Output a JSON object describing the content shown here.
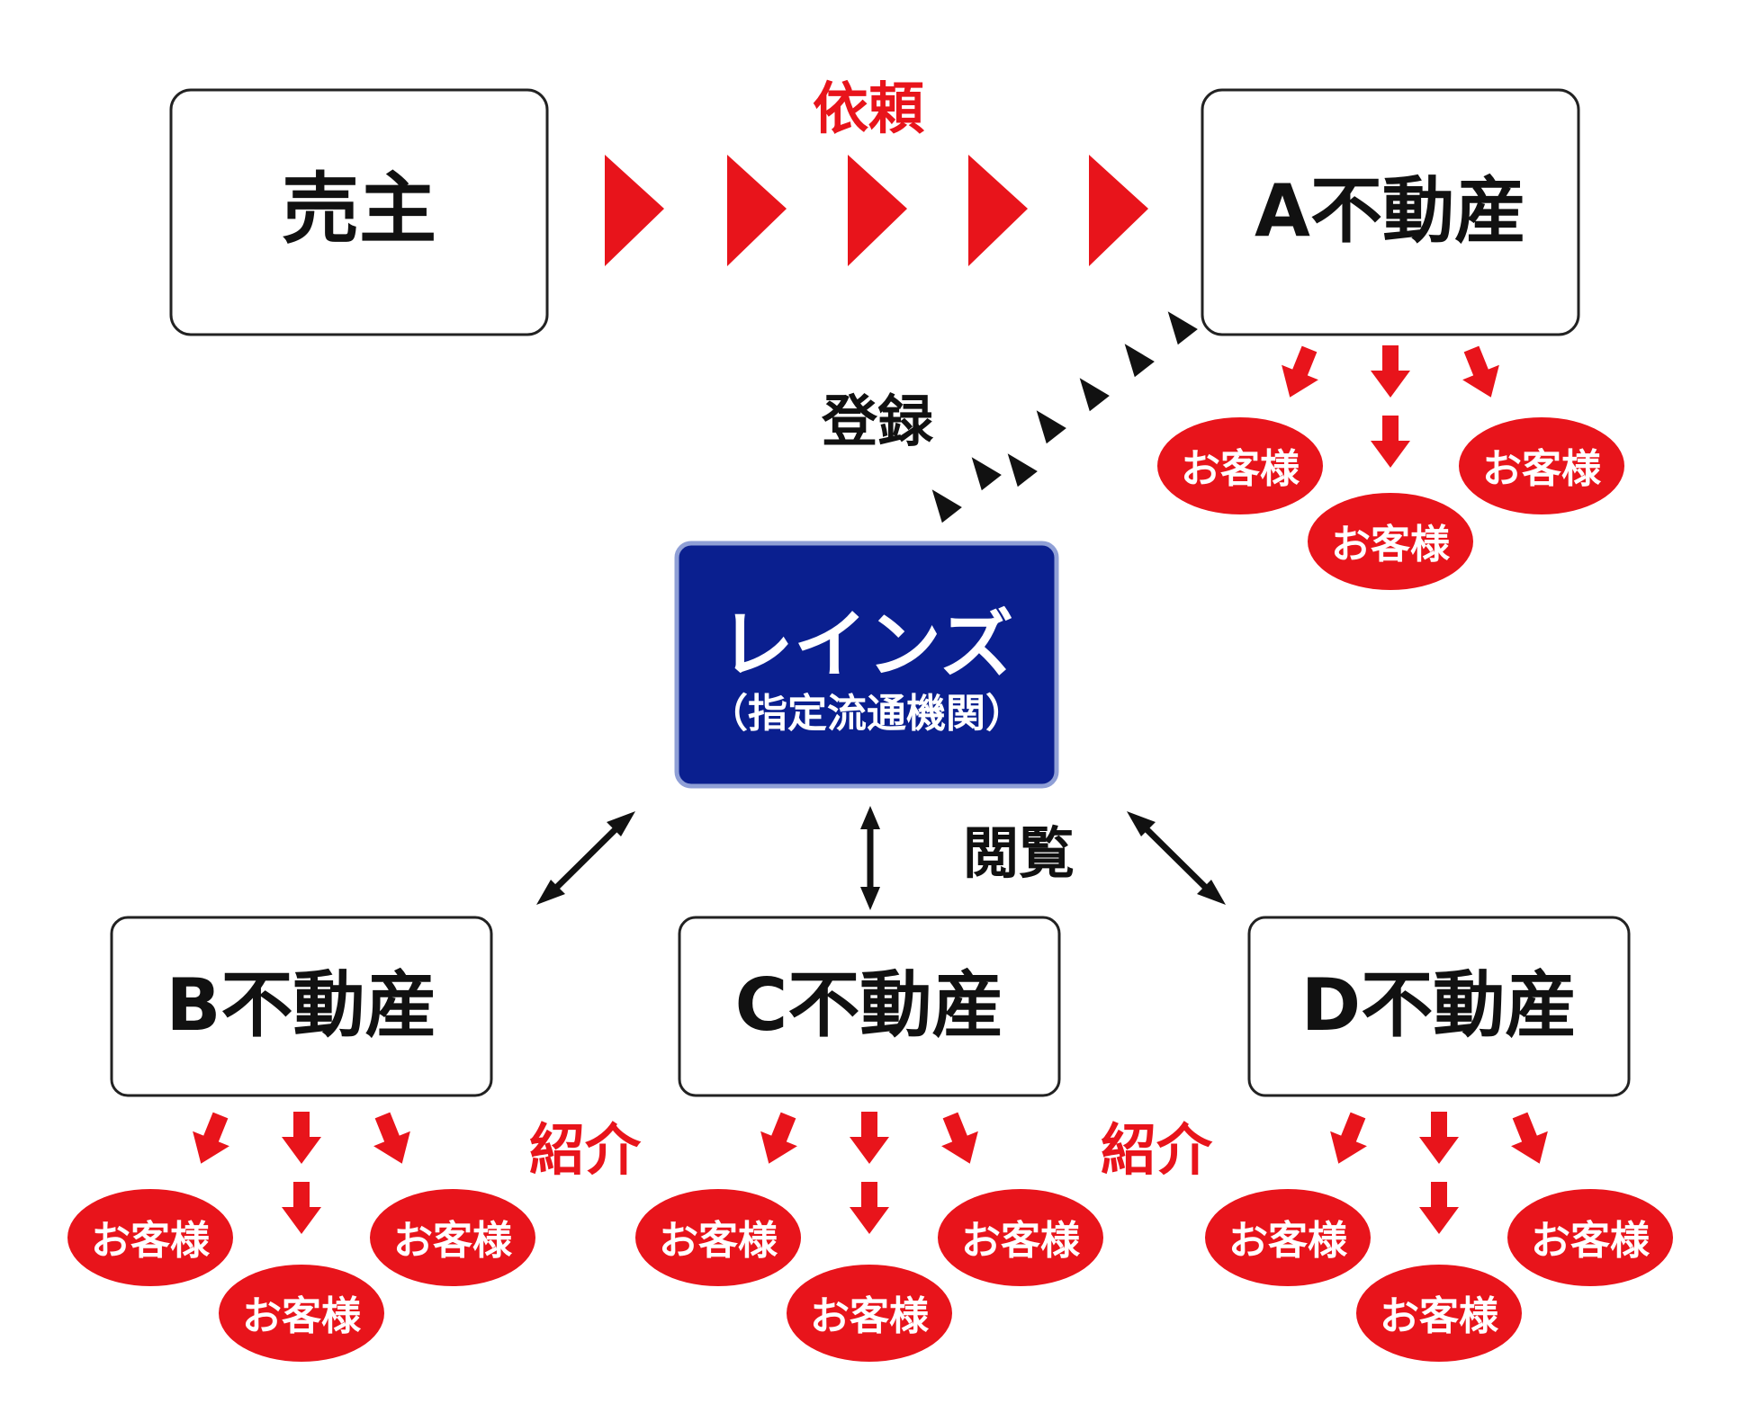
{
  "colors": {
    "red": "#e8141b",
    "navy": "#0a1f8f",
    "black": "#111111",
    "white": "#ffffff"
  },
  "seller": {
    "label": "売主"
  },
  "agency_a": {
    "label": "A不動産"
  },
  "agency_b": {
    "label": "B不動産"
  },
  "agency_c": {
    "label": "C不動産"
  },
  "agency_d": {
    "label": "D不動産"
  },
  "reins": {
    "title": "レインズ",
    "subtitle": "（指定流通機関）"
  },
  "labels": {
    "request": "依頼",
    "register": "登録",
    "browse": "閲覧",
    "introduce_left": "紹介",
    "introduce_right": "紹介"
  },
  "customer_label": "お客様"
}
